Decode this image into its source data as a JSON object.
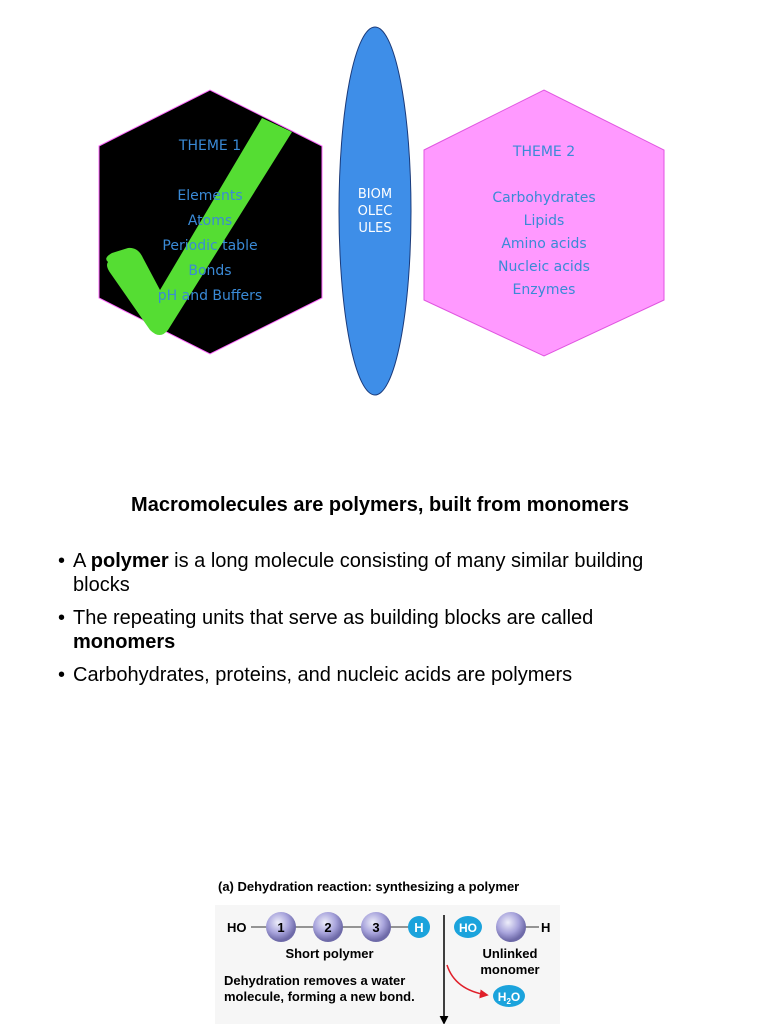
{
  "theme1": {
    "heading": "THEME 1",
    "items": [
      "Elements",
      "Atoms",
      "Periodic table",
      "Bonds",
      "pH and Buffers"
    ]
  },
  "center": {
    "lines": [
      "BIOM",
      "OLEC",
      "ULES"
    ]
  },
  "theme2": {
    "heading": "THEME 2",
    "items": [
      "Carbohydrates",
      "Lipids",
      "Amino acids",
      "Nucleic acids",
      "Enzymes"
    ]
  },
  "slide": {
    "title": "Macromolecules are polymers, built from monomers",
    "bullets": [
      {
        "pre": "A ",
        "bold": "polymer",
        "post": " is a long molecule consisting of many similar building blocks"
      },
      {
        "pre": "The repeating units that serve as building blocks are called ",
        "bold": "monomers",
        "post": ""
      },
      {
        "pre": "Carbohydrates, proteins, and nucleic acids are polymers",
        "bold": "",
        "post": ""
      }
    ]
  },
  "figure": {
    "title": "(a) Dehydration reaction: synthesizing a polymer",
    "ho_left": "HO",
    "monomer_numbers": [
      "1",
      "2",
      "3"
    ],
    "h_label": "H",
    "ho_right": "HO",
    "h_right": "H",
    "short_polymer": "Short polymer",
    "unlinked_monomer": "Unlinked monomer",
    "dehydration_note": "Dehydration removes a water molecule, forming a new bond.",
    "water": "H2O"
  },
  "colors": {
    "hex1_fill": "#000000",
    "check_green": "#55dd33",
    "lens_fill": "#3e8ee8",
    "hex2_fill": "#ff99ff",
    "text_blue": "#3a8ad6",
    "monomer_purple": "#9c98d6",
    "cyan": "#1ba3dc",
    "arrow_red": "#e0202a"
  }
}
